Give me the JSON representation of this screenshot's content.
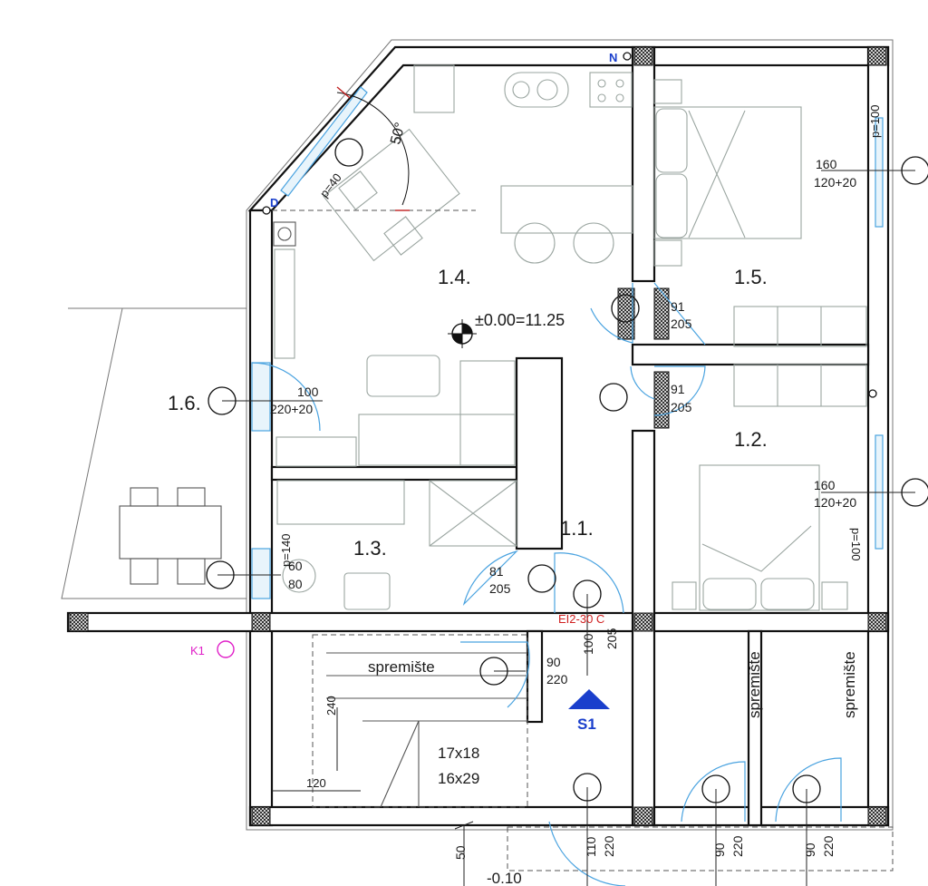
{
  "rooms": [
    {
      "id": "1.1",
      "label": "1.1."
    },
    {
      "id": "1.2",
      "label": "1.2."
    },
    {
      "id": "1.3",
      "label": "1.3."
    },
    {
      "id": "1.4",
      "label": "1.4."
    },
    {
      "id": "1.5",
      "label": "1.5."
    },
    {
      "id": "1.6",
      "label": "1.6."
    }
  ],
  "level_marker": "±0.00=11.25",
  "lower_level_marker": "-0.10",
  "north_marker": "N",
  "point_d": "D",
  "angle": "50°",
  "window_parapet_kitchen": "p=40",
  "window_parapet_1_5": "p=100",
  "window_parapet_1_2": "p=100",
  "window_parapet_1_3": "p=140",
  "openings": {
    "w_1_5": [
      "160",
      "120+20"
    ],
    "w_1_2": [
      "160",
      "120+20"
    ],
    "d_1_6": [
      "100",
      "220+20"
    ],
    "w_1_3": [
      "60",
      "80"
    ],
    "d_1_5": [
      "91",
      "205"
    ],
    "d_1_2": [
      "91",
      "205"
    ],
    "d_1_3": [
      "81",
      "205"
    ],
    "d_storage": [
      "90",
      "220"
    ],
    "d_entry": [
      "100",
      "205"
    ],
    "d_bottom_1": [
      "110",
      "220"
    ],
    "d_bottom_2": [
      "90",
      "220"
    ],
    "d_bottom_3": [
      "90",
      "220"
    ]
  },
  "fire_door": "EI2-30 C",
  "section_marker": "S1",
  "k1": "K1",
  "storage_label": "spremište",
  "stairs": {
    "rise": "17x18",
    "tread": "16x29"
  },
  "dims": {
    "stair_len": "240",
    "stair_w": "120",
    "ext_50": "50"
  }
}
